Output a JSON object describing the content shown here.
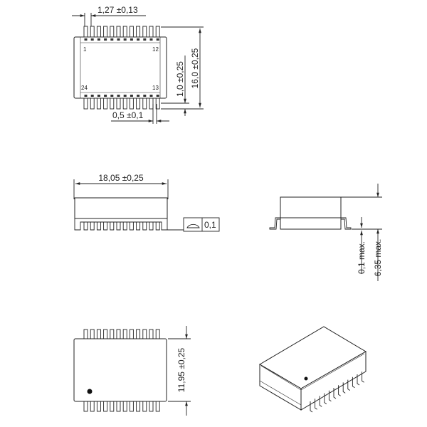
{
  "top_view": {
    "pitch_label": "1,27 ±0,13",
    "length_label": "16,0 ±0,25",
    "lead_label": "1,0 ±0,25",
    "lead_width_label": "0,5 ±0,1",
    "pin_labels": {
      "first": "1",
      "top_last": "12",
      "bottom_first": "24",
      "bottom_last": "13"
    },
    "pins_per_side": 12
  },
  "side_view": {
    "width_label": "18,05 ±0,25",
    "tolerance_value": "0,1",
    "tolerance_symbol": "profile-of-surface-icon"
  },
  "end_view": {
    "standoff_label": "0,1 max.",
    "height_label": "6,35 max."
  },
  "bottom_view": {
    "width_label": "11,95 ±0,25"
  }
}
